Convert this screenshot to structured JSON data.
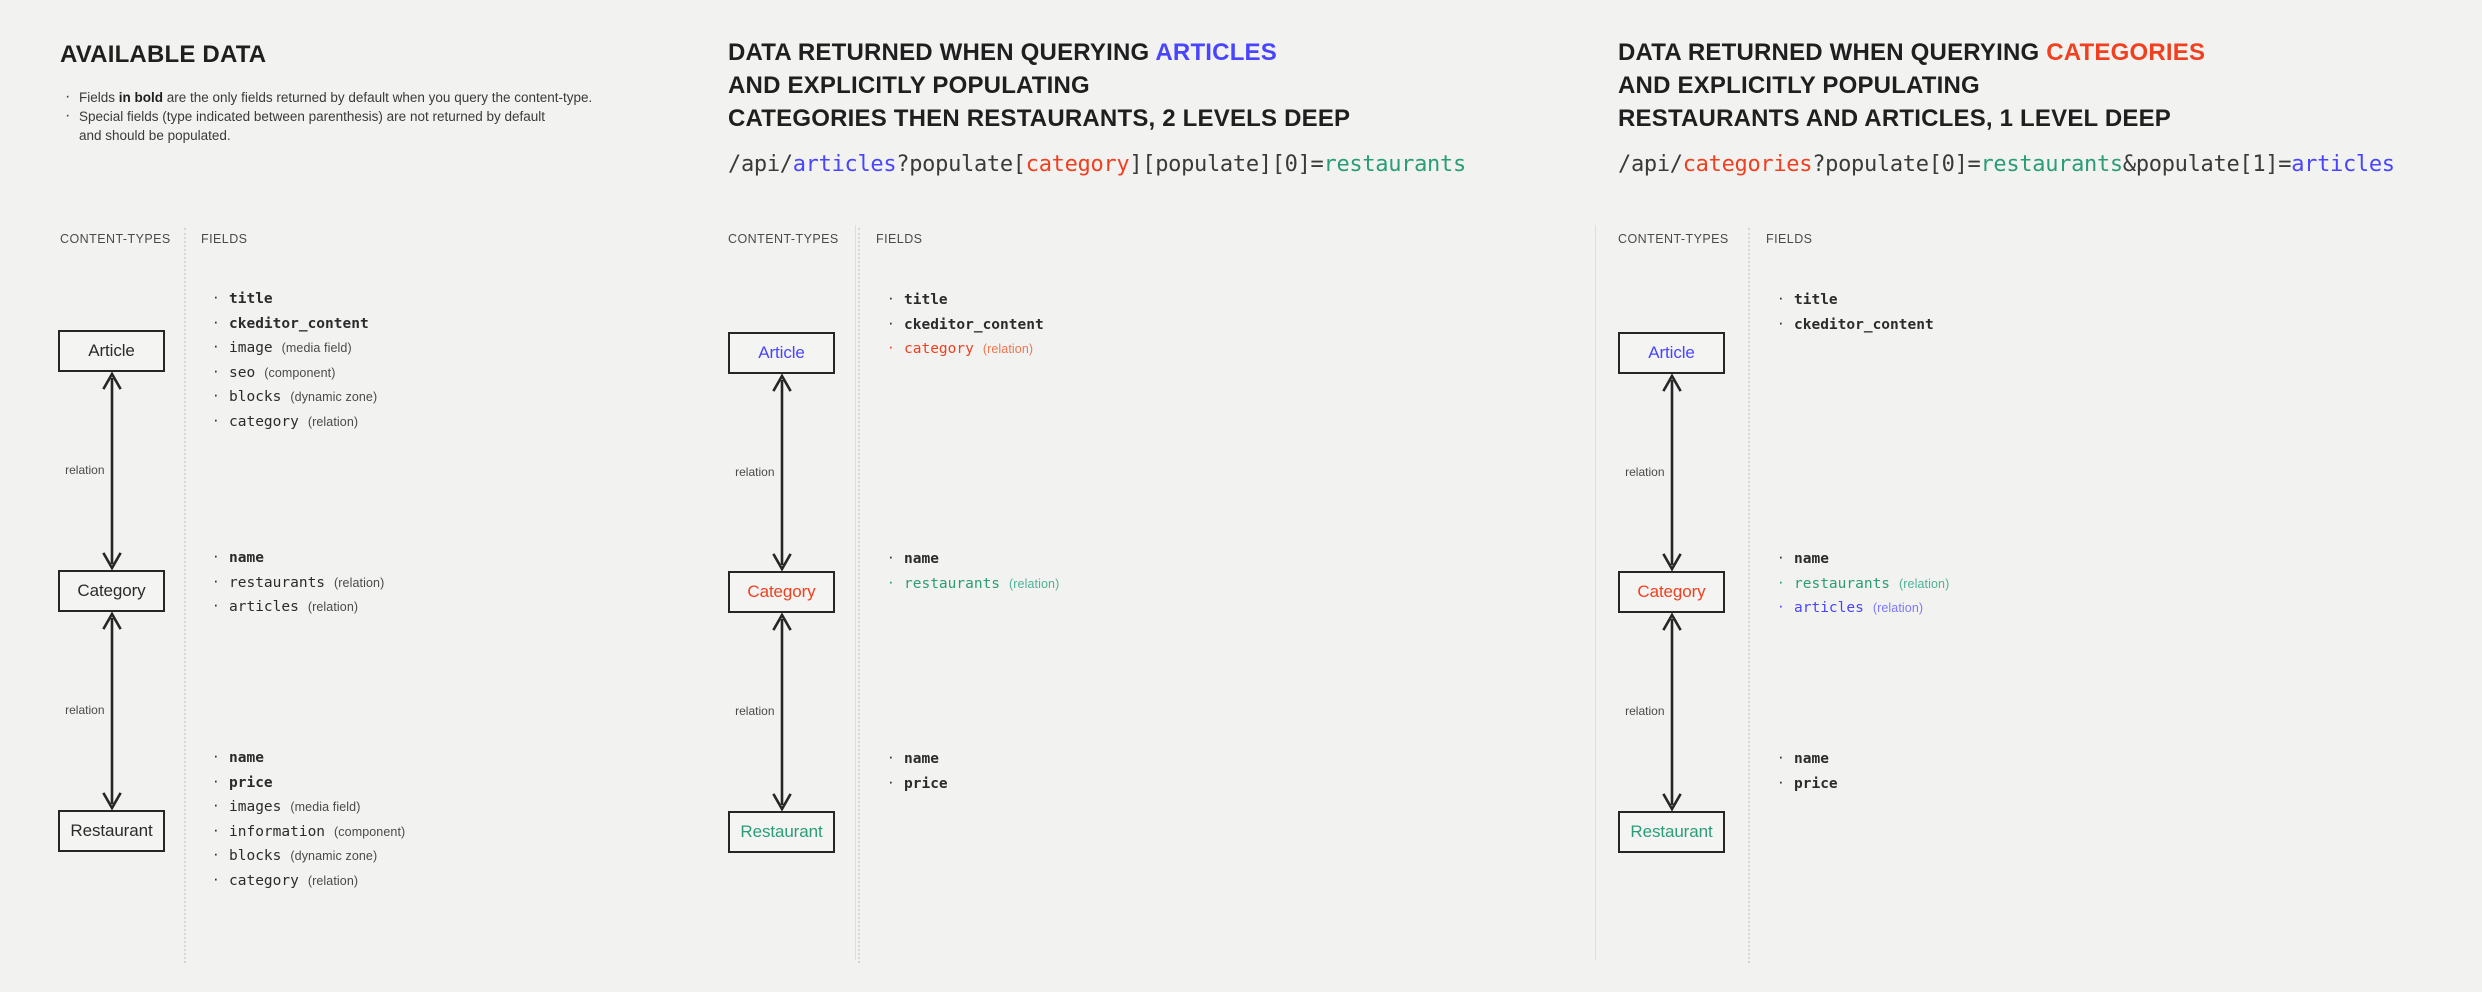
{
  "panels": [
    {
      "id": "available-data",
      "heading_lines": [
        "AVAILABLE DATA"
      ],
      "heading_highlight": "",
      "notes": [
        {
          "pre": "Fields ",
          "bold": "in bold",
          "post": " are the only fields returned by default when you query the content-type."
        },
        {
          "pre": "Special fields (type indicated between parenthesis) are not returned by default",
          "bold": "",
          "post": ""
        },
        {
          "pre": "and should be populated.",
          "bold": "",
          "post": ""
        }
      ],
      "url": null,
      "columns": {
        "content_types": "CONTENT-TYPES",
        "fields": "FIELDS"
      },
      "entities": [
        {
          "name": "Article",
          "color": "default",
          "fields": [
            {
              "name": "title",
              "type": "",
              "bold": true,
              "color": "default"
            },
            {
              "name": "ckeditor_content",
              "type": "",
              "bold": true,
              "color": "default"
            },
            {
              "name": "image",
              "type": "(media field)",
              "bold": false,
              "color": "default"
            },
            {
              "name": "seo",
              "type": "(component)",
              "bold": false,
              "color": "default"
            },
            {
              "name": "blocks",
              "type": "(dynamic zone)",
              "bold": false,
              "color": "default"
            },
            {
              "name": "category",
              "type": "(relation)",
              "bold": false,
              "color": "default"
            }
          ]
        },
        {
          "name": "Category",
          "color": "default",
          "fields": [
            {
              "name": "name",
              "type": "",
              "bold": true,
              "color": "default"
            },
            {
              "name": "restaurants",
              "type": "(relation)",
              "bold": false,
              "color": "default"
            },
            {
              "name": "articles",
              "type": "(relation)",
              "bold": false,
              "color": "default"
            }
          ]
        },
        {
          "name": "Restaurant",
          "color": "default",
          "fields": [
            {
              "name": "name",
              "type": "",
              "bold": true,
              "color": "default"
            },
            {
              "name": "price",
              "type": "",
              "bold": true,
              "color": "default"
            },
            {
              "name": "images",
              "type": "(media field)",
              "bold": false,
              "color": "default"
            },
            {
              "name": "information",
              "type": "(component)",
              "bold": false,
              "color": "default"
            },
            {
              "name": "blocks",
              "type": "(dynamic zone)",
              "bold": false,
              "color": "default"
            },
            {
              "name": "category",
              "type": "(relation)",
              "bold": false,
              "color": "default"
            }
          ]
        }
      ],
      "relations": [
        {
          "label": "relation"
        },
        {
          "label": "relation"
        }
      ]
    },
    {
      "id": "query-articles",
      "heading_lines": [
        "DATA RETURNED WHEN QUERYING ",
        "AND EXPLICITLY POPULATING",
        "CATEGORIES THEN RESTAURANTS, 2 LEVELS DEEP"
      ],
      "heading_highlight": "ARTICLES",
      "heading_highlight_color": "blue",
      "notes": [],
      "url": {
        "segments": [
          {
            "text": "/api/",
            "color": "default"
          },
          {
            "text": "articles",
            "color": "blue"
          },
          {
            "text": "?populate[",
            "color": "default"
          },
          {
            "text": "category",
            "color": "red"
          },
          {
            "text": "][populate][0]=",
            "color": "default"
          },
          {
            "text": "restaurants",
            "color": "green"
          }
        ]
      },
      "columns": {
        "content_types": "CONTENT-TYPES",
        "fields": "FIELDS"
      },
      "entities": [
        {
          "name": "Article",
          "color": "blue",
          "fields": [
            {
              "name": "title",
              "type": "",
              "bold": true,
              "color": "default"
            },
            {
              "name": "ckeditor_content",
              "type": "",
              "bold": true,
              "color": "default"
            },
            {
              "name": "category",
              "type": "(relation)",
              "bold": false,
              "color": "red"
            }
          ]
        },
        {
          "name": "Category",
          "color": "red",
          "fields": [
            {
              "name": "name",
              "type": "",
              "bold": true,
              "color": "default"
            },
            {
              "name": "restaurants",
              "type": "(relation)",
              "bold": false,
              "color": "green"
            }
          ]
        },
        {
          "name": "Restaurant",
          "color": "green",
          "fields": [
            {
              "name": "name",
              "type": "",
              "bold": true,
              "color": "default"
            },
            {
              "name": "price",
              "type": "",
              "bold": true,
              "color": "default"
            }
          ]
        }
      ],
      "relations": [
        {
          "label": "relation"
        },
        {
          "label": "relation"
        }
      ]
    },
    {
      "id": "query-categories",
      "heading_lines": [
        "DATA RETURNED WHEN QUERYING ",
        "AND EXPLICITLY POPULATING",
        "RESTAURANTS AND ARTICLES, 1 LEVEL DEEP"
      ],
      "heading_highlight": "CATEGORIES",
      "heading_highlight_color": "red",
      "notes": [],
      "url": {
        "segments": [
          {
            "text": "/api/",
            "color": "default"
          },
          {
            "text": "categories",
            "color": "red"
          },
          {
            "text": "?populate[0]=",
            "color": "default"
          },
          {
            "text": "restaurants",
            "color": "green"
          },
          {
            "text": "&populate[1]=",
            "color": "default"
          },
          {
            "text": "articles",
            "color": "blue"
          }
        ]
      },
      "columns": {
        "content_types": "CONTENT-TYPES",
        "fields": "FIELDS"
      },
      "entities": [
        {
          "name": "Article",
          "color": "blue",
          "fields": [
            {
              "name": "title",
              "type": "",
              "bold": true,
              "color": "default"
            },
            {
              "name": "ckeditor_content",
              "type": "",
              "bold": true,
              "color": "default"
            }
          ]
        },
        {
          "name": "Category",
          "color": "red",
          "fields": [
            {
              "name": "name",
              "type": "",
              "bold": true,
              "color": "default"
            },
            {
              "name": "restaurants",
              "type": "(relation)",
              "bold": false,
              "color": "green"
            },
            {
              "name": "articles",
              "type": "(relation)",
              "bold": false,
              "color": "blue"
            }
          ]
        },
        {
          "name": "Restaurant",
          "color": "green",
          "fields": [
            {
              "name": "name",
              "type": "",
              "bold": true,
              "color": "default"
            },
            {
              "name": "price",
              "type": "",
              "bold": true,
              "color": "default"
            }
          ]
        }
      ],
      "relations": [
        {
          "label": "relation"
        },
        {
          "label": "relation"
        }
      ]
    }
  ],
  "colors": {
    "blue": "#4945ff",
    "red": "#f0401f",
    "green": "#2a9d78",
    "background": "#f2f2f1",
    "ink": "#262626"
  }
}
